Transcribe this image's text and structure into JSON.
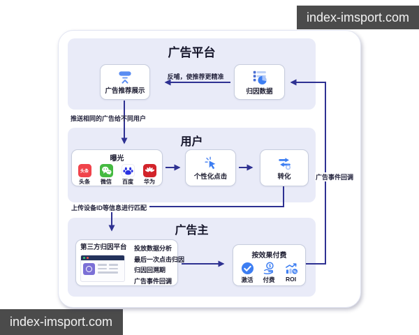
{
  "watermarks": {
    "top_right": "index-imsport.com",
    "bottom_left": "index-imsport.com"
  },
  "platform": {
    "title": "广告平台",
    "ad_display_label": "广告推荐展示",
    "attribution_label": "归因数据",
    "feedback_label": "反哺，使推荐更精准"
  },
  "flow_labels": {
    "push_same_ads": "推送相同的广告给不同用户",
    "upload_device_id": "上传设备ID等信息进行匹配",
    "ad_event_callback": "广告事件回调"
  },
  "user": {
    "title": "用户",
    "exposure_title": "曝光",
    "apps": [
      {
        "name": "头条",
        "icon_text": "头条"
      },
      {
        "name": "微信"
      },
      {
        "name": "百度"
      },
      {
        "name": "华为"
      }
    ],
    "click_label": "个性化点击",
    "conversion_label": "转化"
  },
  "advertiser": {
    "title": "广告主",
    "third_party": {
      "title": "第三方归因平台",
      "items": [
        "投放数据分析",
        "最后一次点击归因",
        "归因回溯期",
        "广告事件回调"
      ]
    },
    "pay": {
      "title": "按效果付费",
      "metrics": [
        "激活",
        "付费",
        "ROI"
      ]
    }
  },
  "icon_glyphs": {
    "dollar": "$",
    "percent": "%"
  },
  "colors": {
    "arrow": "#2e3192",
    "panel": "#e9ebf8",
    "accent_blue": "#3d7ef2",
    "watermark_bg": "#4b4b4b",
    "toutiao_red": "#f0434b",
    "wechat_green": "#45ba41",
    "baidu_blue": "#2932e1",
    "huawei_red": "#d2232a"
  }
}
